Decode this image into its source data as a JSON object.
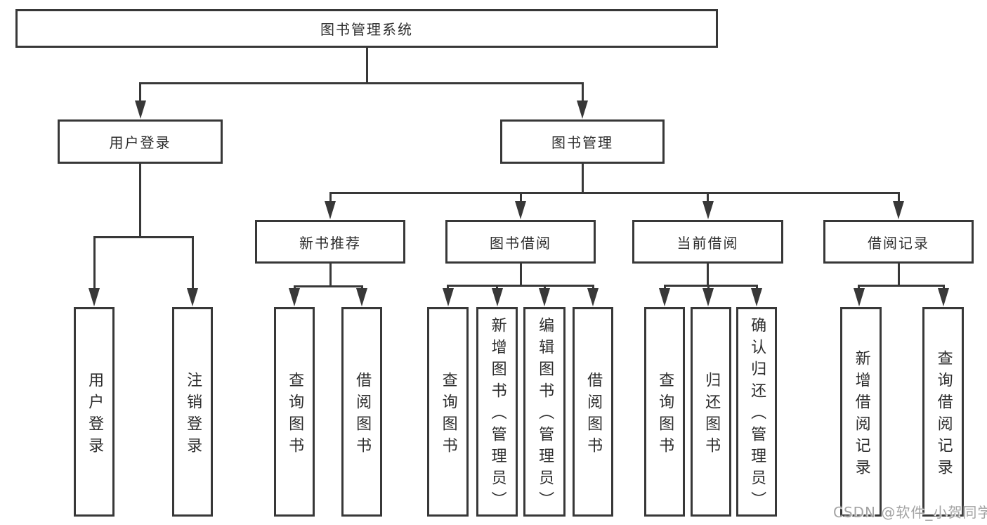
{
  "diagram": {
    "type": "hierarchy-tree",
    "colors": {
      "line": "#383838",
      "box_border": "#383838",
      "background": "#ffffff",
      "text": "#2d2d2d",
      "watermark": "#a3a3a3"
    },
    "root": {
      "label": "图书管理系统",
      "children": [
        {
          "label": "用户登录",
          "children": [
            {
              "label": "用户登录"
            },
            {
              "label": "注销登录"
            }
          ]
        },
        {
          "label": "图书管理",
          "children": [
            {
              "label": "新书推荐",
              "children": [
                {
                  "label": "查询图书"
                },
                {
                  "label": "借阅图书"
                }
              ]
            },
            {
              "label": "图书借阅",
              "children": [
                {
                  "label": "查询图书"
                },
                {
                  "label": "新增图书（管理员）"
                },
                {
                  "label": "编辑图书（管理员）"
                },
                {
                  "label": "借阅图书"
                }
              ]
            },
            {
              "label": "当前借阅",
              "children": [
                {
                  "label": "查询图书"
                },
                {
                  "label": "归还图书"
                },
                {
                  "label": "确认归还（管理员）"
                }
              ]
            },
            {
              "label": "借阅记录",
              "children": [
                {
                  "label": "新增借阅记录"
                },
                {
                  "label": "查询借阅记录"
                }
              ]
            }
          ]
        }
      ]
    },
    "watermark": "CSDN @软件_小贺同学"
  }
}
